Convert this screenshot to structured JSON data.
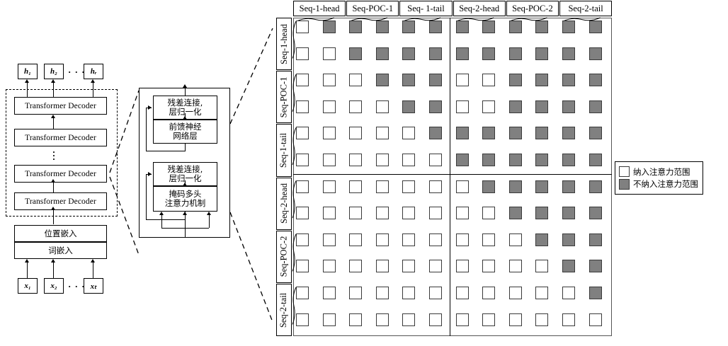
{
  "left_diagram": {
    "outputs": [
      "h₁",
      "h₂",
      "hᵣ"
    ],
    "output_ellipsis": "· · ·",
    "decoder_label": "Transformer Decoder",
    "decoder_count_visible": 4,
    "stack_ellipsis": "⋮",
    "embedding_layers": [
      "位置嵌入",
      "词嵌入"
    ],
    "inputs": [
      "x₁",
      "x₂",
      "xₜ"
    ],
    "input_ellipsis": "· · ·"
  },
  "middle_diagram": {
    "blocks": [
      {
        "name": "add-norm-top",
        "text": "残差连接,\n层归一化"
      },
      {
        "name": "feed-forward",
        "text": "前馈神经\n网络层"
      },
      {
        "name": "add-norm-bottom",
        "text": "残差连接,\n层归一化"
      },
      {
        "name": "masked-attention",
        "text": "掩码多头\n注意力机制"
      }
    ]
  },
  "matrix": {
    "col_headers": [
      "Seq-1-head",
      "Seq-POC-1",
      "Seq- 1-tail",
      "Seq-2-head",
      "Seq-POC-2",
      "Seq-2-tail"
    ],
    "row_headers": [
      "Seq-1-head",
      "Seq-POC-1",
      "Seq-1-tail",
      "Seq-2-head",
      "Seq-POC-2",
      "Seq-2-tail"
    ],
    "rows": 12,
    "cols": 12,
    "legend": {
      "included": "纳入注意力范围",
      "excluded": "不纳入注意力范围"
    },
    "colors": {
      "included": "#ffffff",
      "excluded": "#808080",
      "cell_border": "#3a3a3a"
    },
    "cells": [
      [
        1,
        0,
        0,
        0,
        0,
        0,
        0,
        0,
        0,
        0,
        0,
        0
      ],
      [
        1,
        1,
        0,
        0,
        0,
        0,
        0,
        0,
        0,
        0,
        0,
        0
      ],
      [
        1,
        1,
        1,
        0,
        0,
        0,
        1,
        1,
        0,
        0,
        0,
        0
      ],
      [
        1,
        1,
        1,
        1,
        0,
        0,
        1,
        1,
        0,
        0,
        0,
        0
      ],
      [
        1,
        1,
        1,
        1,
        1,
        0,
        0,
        0,
        0,
        0,
        0,
        0
      ],
      [
        1,
        1,
        1,
        1,
        1,
        1,
        0,
        0,
        0,
        0,
        0,
        0
      ],
      [
        1,
        1,
        1,
        1,
        1,
        1,
        1,
        0,
        0,
        0,
        0,
        0
      ],
      [
        1,
        1,
        1,
        1,
        1,
        1,
        1,
        1,
        0,
        0,
        0,
        0
      ],
      [
        1,
        1,
        1,
        1,
        1,
        1,
        1,
        1,
        1,
        0,
        0,
        0
      ],
      [
        1,
        1,
        1,
        1,
        1,
        1,
        1,
        1,
        1,
        1,
        0,
        0
      ],
      [
        1,
        1,
        1,
        1,
        1,
        1,
        1,
        1,
        1,
        1,
        1,
        0
      ],
      [
        1,
        1,
        1,
        1,
        1,
        1,
        1,
        1,
        1,
        1,
        1,
        1
      ]
    ]
  }
}
